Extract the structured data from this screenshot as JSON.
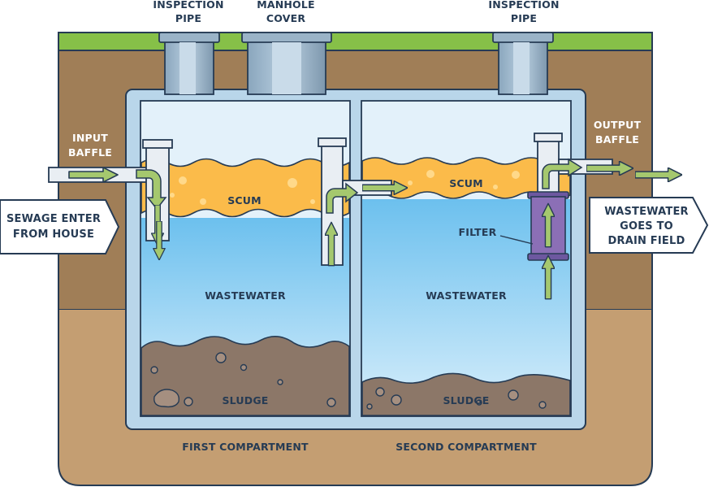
{
  "labels": {
    "inspection_pipe_left": [
      "INSPECTION",
      "PIPE"
    ],
    "manhole_cover": [
      "MANHOLE",
      "COVER"
    ],
    "inspection_pipe_right": [
      "INSPECTION",
      "PIPE"
    ],
    "input_baffle": [
      "INPUT",
      "BAFFLE"
    ],
    "output_baffle": [
      "OUTPUT",
      "BAFFLE"
    ],
    "sewage_enter": [
      "SEWAGE ENTER",
      "FROM HOUSE"
    ],
    "wastewater_goes": [
      "WASTEWATER",
      "GOES TO",
      "DRAIN FIELD"
    ],
    "scum": "SCUM",
    "wastewater": "WASTEWATER",
    "sludge": "SLUDGE",
    "filter": "FILTER",
    "first_compartment": "FIRST COMPARTMENT",
    "second_compartment": "SECOND COMPARTMENT"
  },
  "colors": {
    "grass": "#86c048",
    "soil_top": "#a07e57",
    "soil_bottom": "#c29c70",
    "tank_wall": "#b9d6ea",
    "water": "#9ed3f1",
    "scum": "#fbbb4a",
    "sludge": "#8c7768",
    "arrow": "#a5c86e",
    "pipe": "#e9eef3",
    "filter": "#8b6fb6",
    "outline": "#263b54",
    "text": "#263b54"
  }
}
